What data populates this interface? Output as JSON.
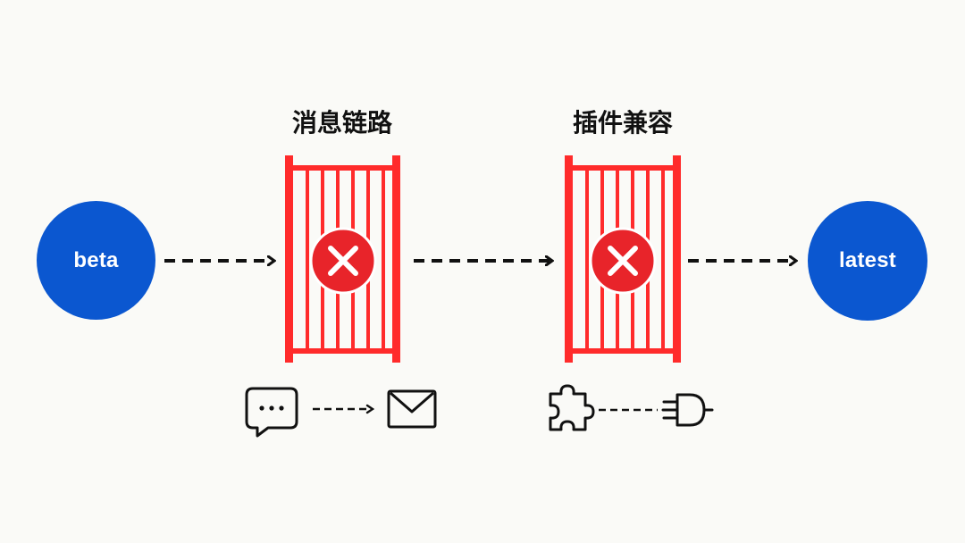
{
  "nodes": {
    "source": "beta",
    "target": "latest"
  },
  "gates": [
    {
      "label": "消息链路",
      "blocked": true
    },
    {
      "label": "插件兼容",
      "blocked": true
    }
  ],
  "icons": {
    "gate1_left": "chat-bubble-icon",
    "gate1_right": "envelope-icon",
    "gate2_left": "puzzle-piece-icon",
    "gate2_right": "plug-icon"
  },
  "colors": {
    "node": "#0b57d0",
    "gate": "#ff2b2b",
    "arrow": "#111111",
    "background": "#fafaf7"
  }
}
